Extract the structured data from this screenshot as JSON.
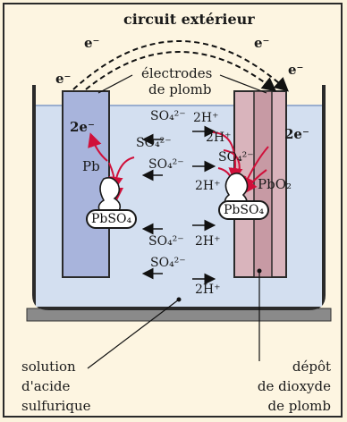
{
  "diagram": {
    "title": "circuit extérieur",
    "electron_label": "e⁻",
    "electrodes_label_line1": "électrodes",
    "electrodes_label_line2": "de plomb",
    "left": {
      "charge": "2e⁻",
      "metal": "Pb",
      "product": "PbSO₄"
    },
    "right": {
      "charge": "2e⁻",
      "oxide": "PbO₂",
      "product": "PbSO₄"
    },
    "ions": {
      "sulfate": "SO₄²⁻",
      "hydrogen": "2H⁺"
    },
    "solution_label": [
      "solution",
      "d'acide",
      "sulfurique"
    ],
    "deposit_label": [
      "dépôt",
      "de dioxyde",
      "de plomb"
    ]
  }
}
